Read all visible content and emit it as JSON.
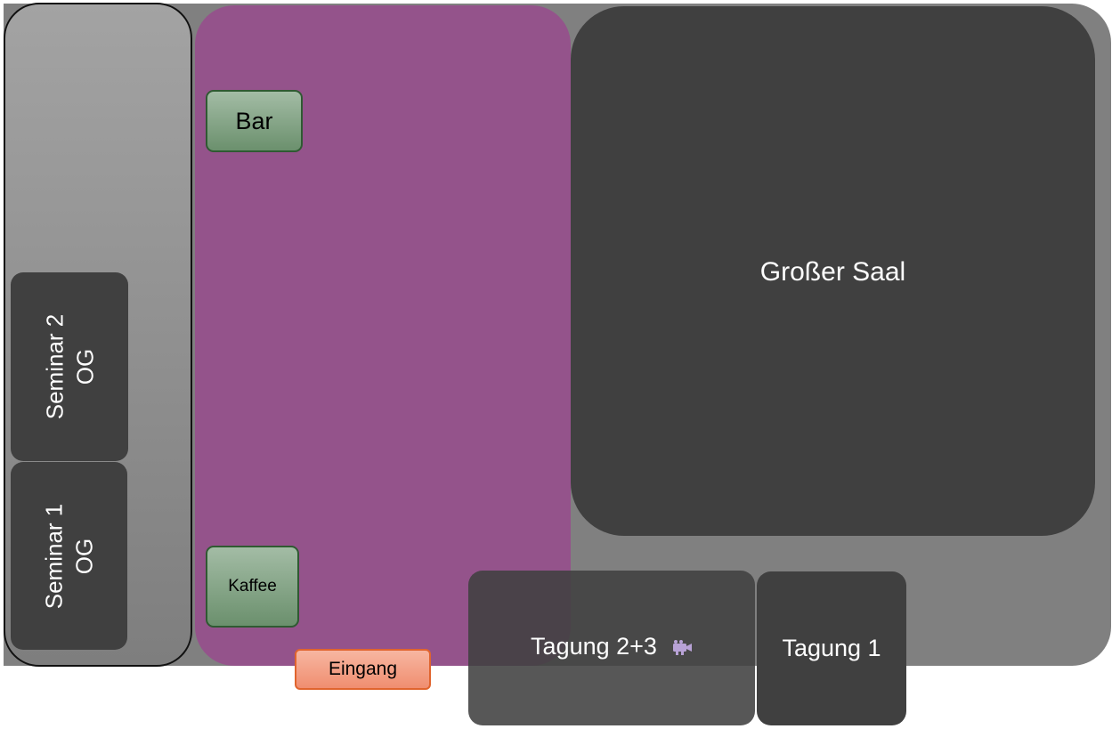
{
  "floor_plan": {
    "areas": {
      "main_hall": {
        "label": "Großer Saal"
      },
      "seminar_2": {
        "label": "Seminar 2\nOG"
      },
      "seminar_1": {
        "label": "Seminar 1\nOG"
      },
      "bar": {
        "label": "Bar"
      },
      "coffee": {
        "label": "Kaffee"
      },
      "entrance": {
        "label": "Eingang"
      },
      "conference_2_3": {
        "label": "Tagung 2+3",
        "icon": "video-camera-icon"
      },
      "conference_1": {
        "label": "Tagung 1"
      }
    },
    "colors": {
      "building": "#808080",
      "left_wing": "#a3a3a3",
      "foyer": "#96508c",
      "room": "#404040",
      "service": "#8aa88c",
      "entrance": "#f4a185",
      "icon": "#b8a2d6"
    }
  }
}
